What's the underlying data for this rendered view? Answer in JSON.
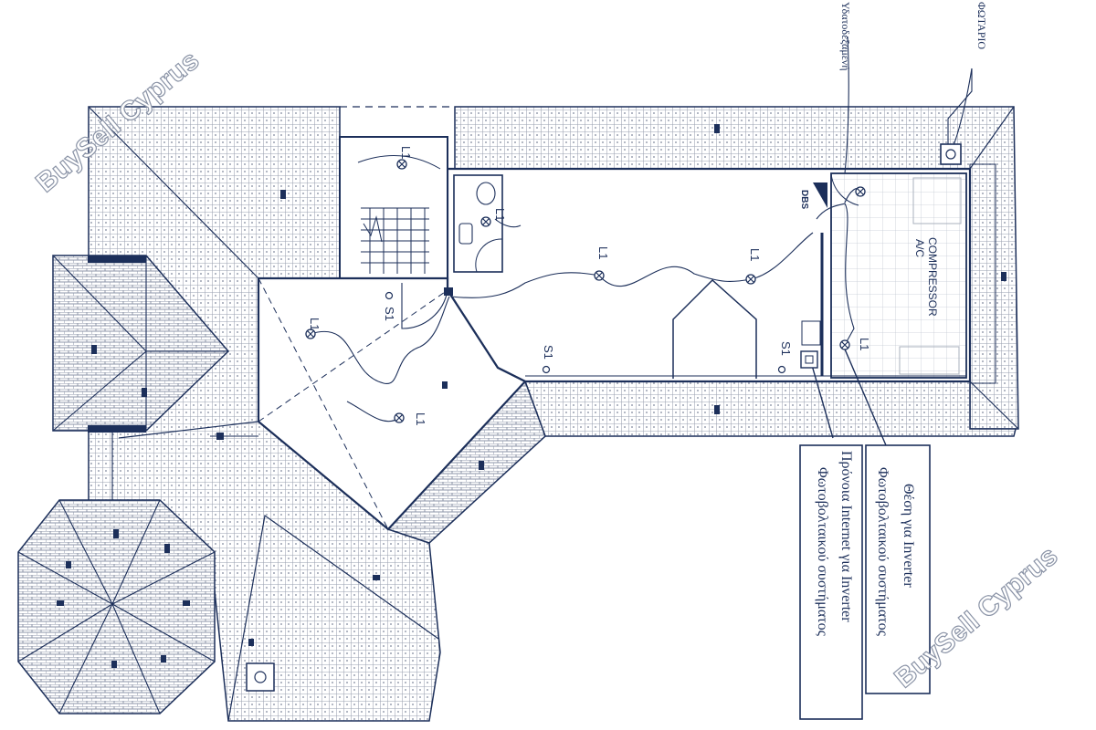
{
  "colors": {
    "ink": "#1c2f5a",
    "roof": "#b9bdc6",
    "paper": "#ffffff"
  },
  "watermark": {
    "top_left": "BuySell Cyprus",
    "bottom_right": "BuySell Cyprus"
  },
  "rotated_labels": {
    "water_heater": "Υδατοδεξαμενή",
    "skylight": "ΦΩΤΑΡΙΟ"
  },
  "room_labels": {
    "compressor_line1": "COMPRESSOR",
    "compressor_line2": "A/C",
    "dbs": "DBS"
  },
  "fixtures": {
    "light": "L1",
    "switch": "S1"
  },
  "legend": {
    "inverter_position_line1": "Θέση για Inverter",
    "inverter_position_line2": "Φωτοβολταικού συστήματος",
    "internet_line1": "Πρόνοια Internet για Inverter",
    "internet_line2": "Φωτοβολταικού συστήματος"
  },
  "icons": [
    "light-fixture-icon",
    "switch-icon",
    "skylight-icon",
    "distribution-board-icon",
    "compass-arrow-icon"
  ]
}
